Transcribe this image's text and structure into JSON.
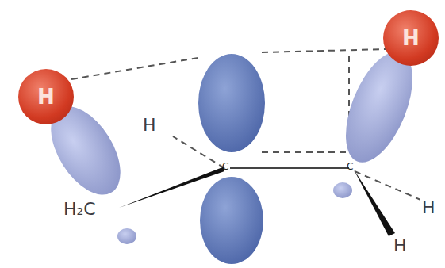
{
  "diagram": {
    "nodes": [
      {
        "text": [
          "H"
        ]
      },
      {
        "text": [
          "H"
        ]
      }
    ],
    "labels": [
      "H",
      "H₂C",
      "C",
      "C",
      "H",
      "H"
    ]
  }
}
